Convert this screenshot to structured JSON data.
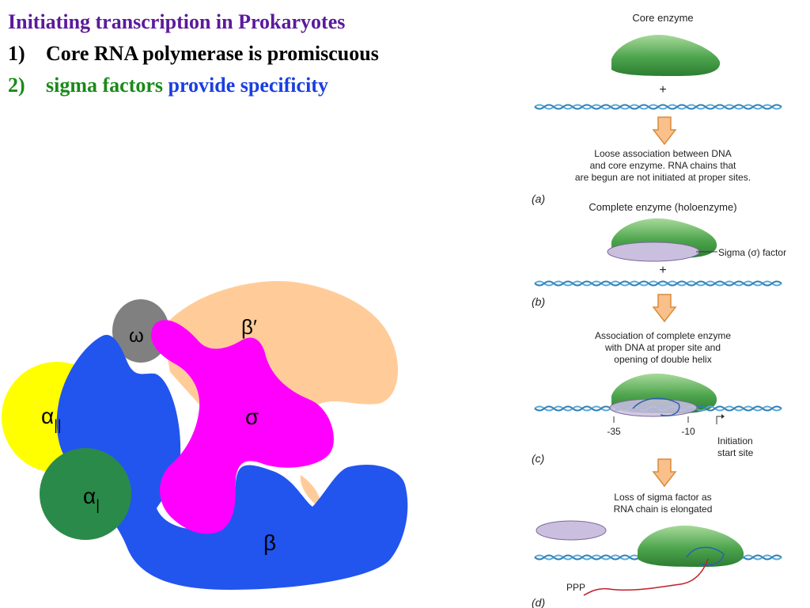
{
  "slide": {
    "title": "Initiating transcription in Prokaryotes",
    "points": [
      {
        "num": "1)",
        "text": "Core RNA polymerase is promiscuous"
      },
      {
        "num": "2)",
        "text_a": "sigma factors",
        "text_b": "provide specificity"
      }
    ],
    "colors": {
      "title": "#5b1a9c",
      "point1": "#000000",
      "point2_a": "#1a8a1a",
      "point2_b": "#1a3fe0"
    }
  },
  "rnap_model": {
    "subunits": {
      "beta_prime": "β′",
      "omega": "ω",
      "sigma": "σ",
      "beta": "β",
      "alpha_2": "α",
      "alpha_2_sub": "||",
      "alpha_1": "α",
      "alpha_1_sub": "|"
    },
    "colors": {
      "beta_prime": "#ffcc99",
      "omega": "#808080",
      "sigma": "#ff00ff",
      "beta": "#2255ee",
      "alpha_2": "#ffff00",
      "alpha_1": "#2a8a4a"
    }
  },
  "panels": {
    "a": {
      "top_label": "Core enzyme",
      "plus": "+",
      "caption": [
        "Loose association between DNA",
        "and core enzyme. RNA chains that",
        "are begun are not initiated at proper sites."
      ],
      "letter": "(a)"
    },
    "b": {
      "top_label": "Complete enzyme (holoenzyme)",
      "sigma_label": "Sigma (σ) factor",
      "plus": "+",
      "caption": [
        "Association of complete enzyme",
        "with DNA at proper site and",
        "opening of double helix"
      ],
      "letter": "(b)"
    },
    "c": {
      "m35": "-35",
      "m10": "-10",
      "start": [
        "Initiation",
        "start site"
      ],
      "caption": [
        "Loss of sigma factor as",
        "RNA chain is elongated"
      ],
      "letter": "(c)"
    },
    "d": {
      "ppp": "PPP",
      "letter": "(d)"
    }
  }
}
